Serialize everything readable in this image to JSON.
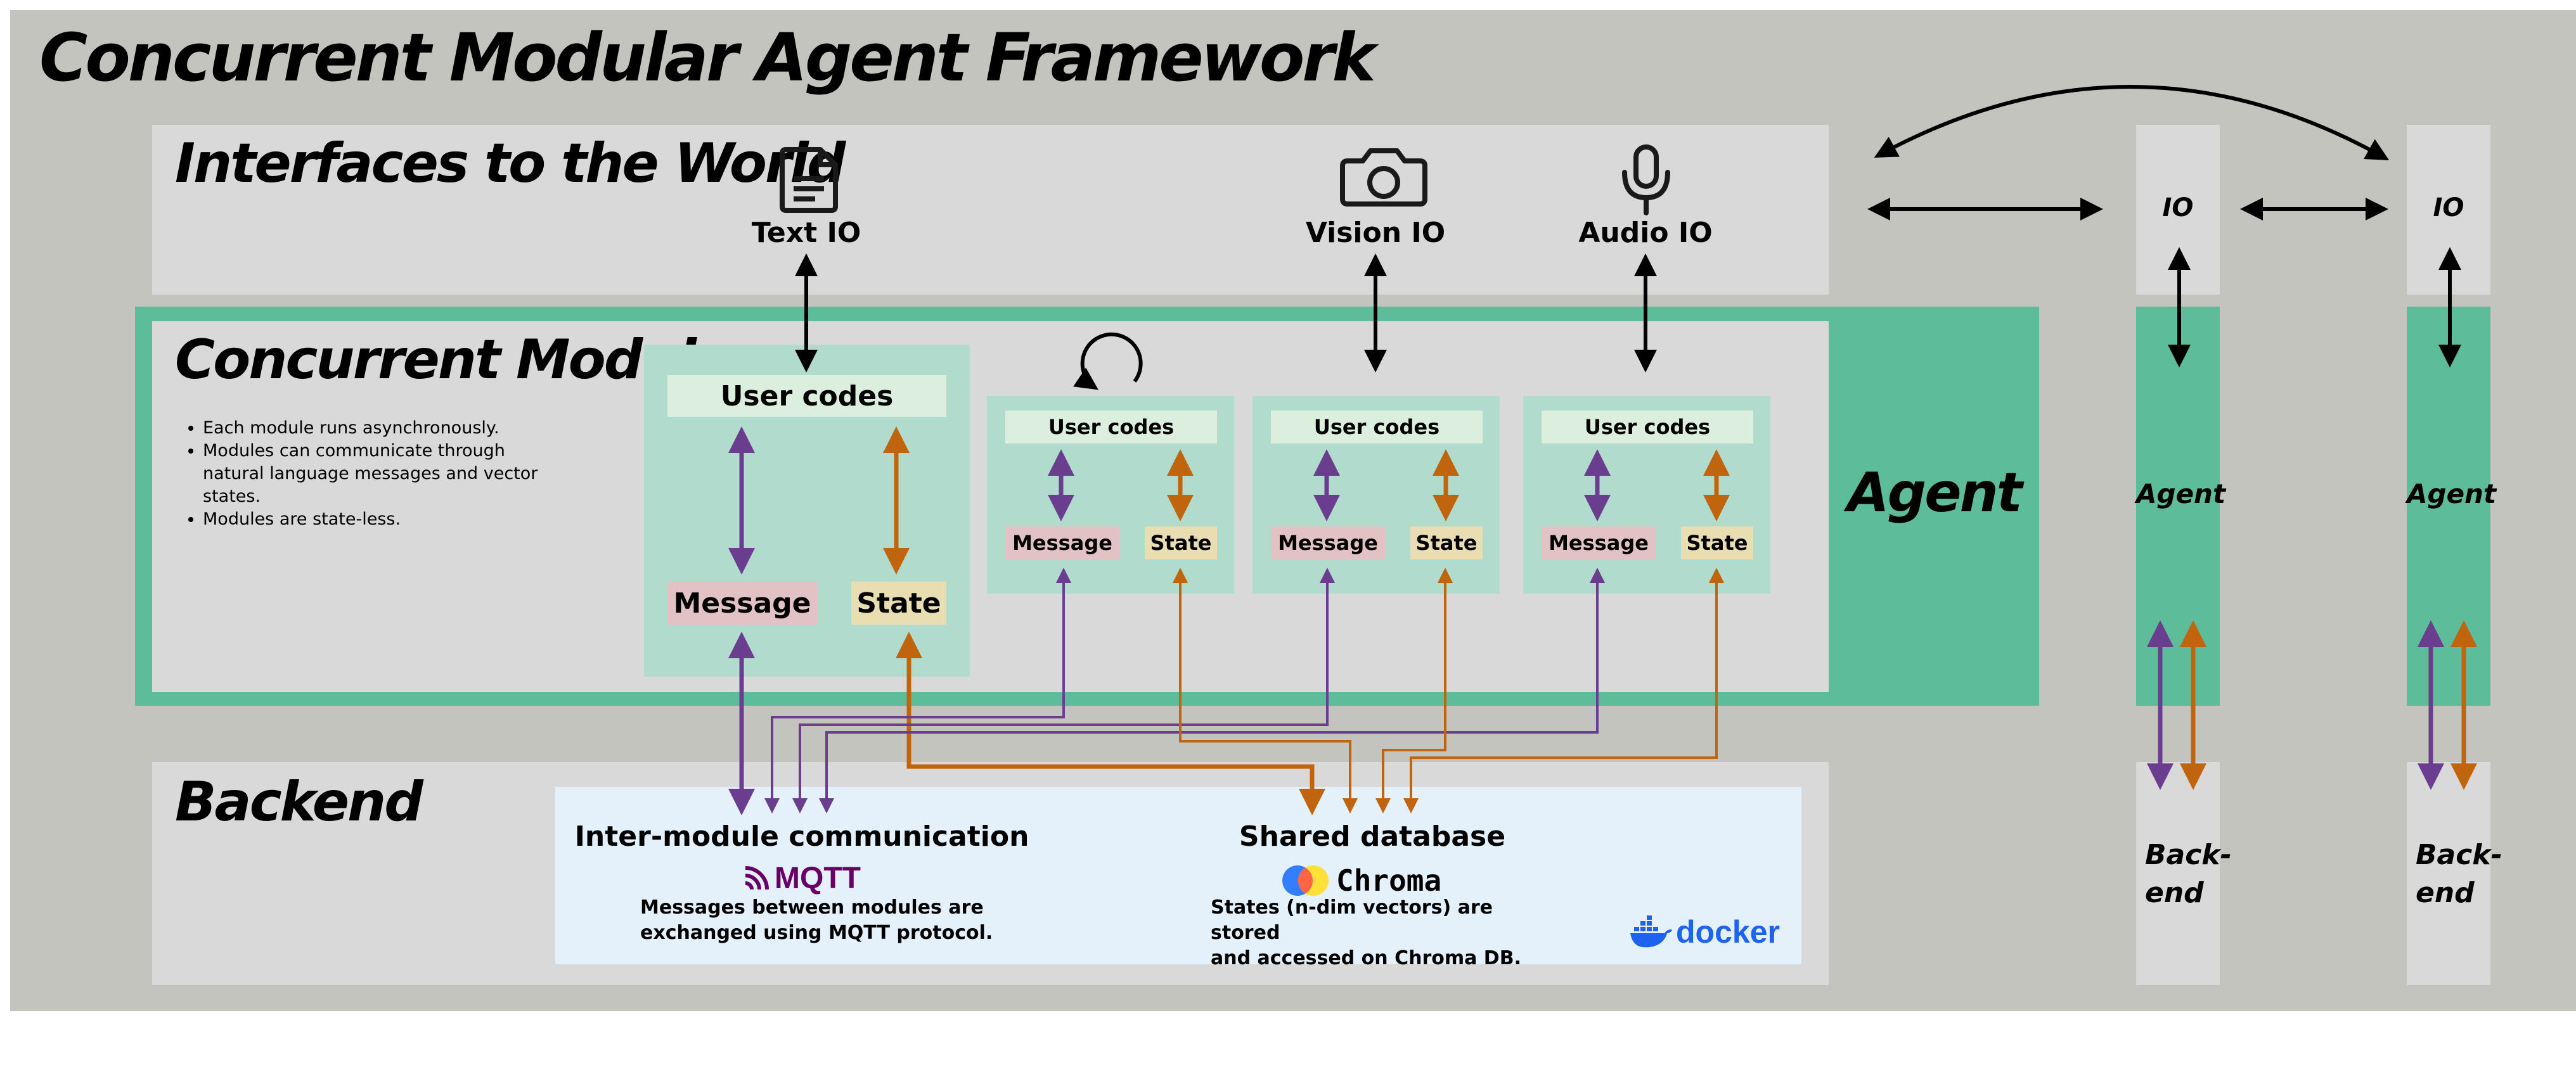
{
  "title": "Concurrent Modular Agent Framework",
  "interfaces": {
    "title": "Interfaces to the World",
    "text_io": "Text IO",
    "vision_io": "Vision IO",
    "audio_io": "Audio IO"
  },
  "modules": {
    "title": "Concurrent Modules",
    "bullets": [
      "Each module runs asynchronously.",
      "Modules can communicate through natural language messages and vector states.",
      "Modules are state-less."
    ],
    "user_codes": "User codes",
    "message": "Message",
    "state": "State"
  },
  "agent_label": "Agent",
  "backend": {
    "title": "Backend",
    "comm_title": "Inter-module communication",
    "mqtt_logo": "MQTT",
    "comm_desc_1": "Messages between modules are",
    "comm_desc_2": "exchanged using MQTT protocol.",
    "db_title": "Shared database",
    "chroma_logo": "Chroma",
    "db_desc_1": "States (n-dim vectors) are stored",
    "db_desc_2": "and accessed on Chroma DB.",
    "docker_logo": "docker"
  },
  "side_agents": {
    "io": "IO",
    "agent": "Agent",
    "backend_1": "Back-",
    "backend_2": "end"
  },
  "colors": {
    "outer": "#c4c4bf",
    "panel": "#d9d9d9",
    "agent_green": "#5dbd9b",
    "module_green": "#b1dccd",
    "user_codes": "#dceedd",
    "message": "#e2c2c5",
    "state": "#e9ddb2",
    "purple_arrow": "#6b3d8f",
    "orange_arrow": "#c0650e",
    "backend_box": "#e4f0fa",
    "mqtt": "#660066",
    "docker": "#1d63ed"
  },
  "icons": [
    "document-icon",
    "camera-icon",
    "microphone-icon",
    "loop-arrow-icon",
    "chroma-logo-icon",
    "mqtt-logo-icon",
    "docker-whale-icon"
  ]
}
